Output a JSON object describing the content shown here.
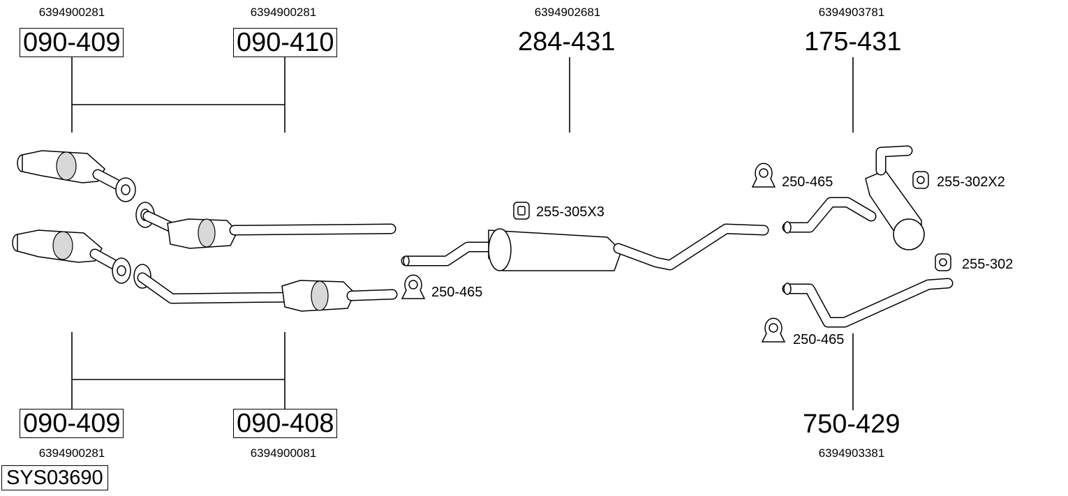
{
  "system_code": "SYS03690",
  "parts": {
    "p1": {
      "part_no": "090-409",
      "oem": "6394900281"
    },
    "p2": {
      "part_no": "090-410",
      "oem": "6394900281"
    },
    "p3": {
      "part_no": "284-431",
      "oem": "6394902681"
    },
    "p4": {
      "part_no": "175-431",
      "oem": "6394903781"
    },
    "p5": {
      "part_no": "090-409",
      "oem": "6394900281"
    },
    "p6": {
      "part_no": "090-408",
      "oem": "6394900081"
    },
    "p7": {
      "part_no": "750-429",
      "oem": "6394903381"
    }
  },
  "accessories": {
    "clamp_mid": "250-465",
    "hanger_mid": "255-305X3",
    "clamp_rear_top": "250-465",
    "hanger_rear_top": "255-302X2",
    "hanger_rear_low": "255-302",
    "clamp_rear_low": "250-465"
  }
}
